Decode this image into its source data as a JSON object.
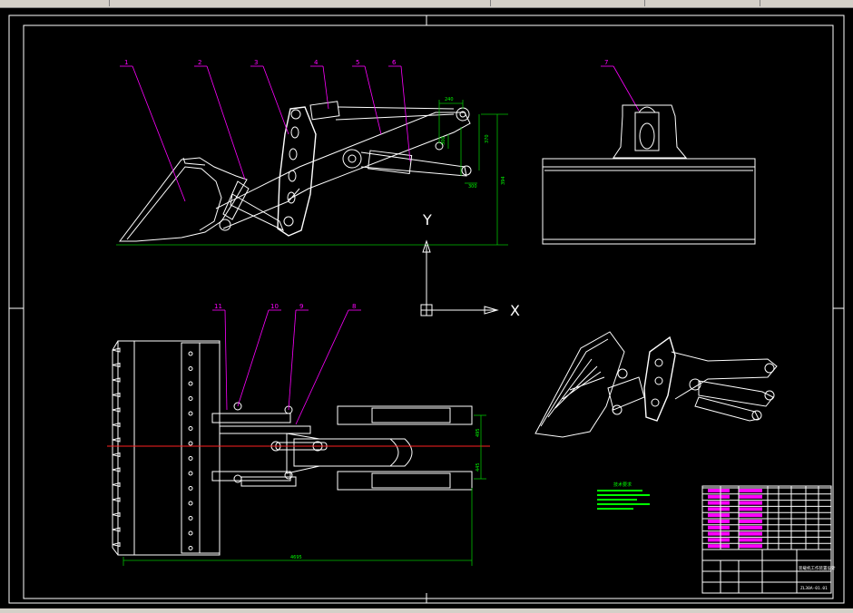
{
  "toolbar": {
    "tabs": [
      "",
      "",
      "",
      "",
      ""
    ]
  },
  "part_labels": [
    "1",
    "2",
    "3",
    "4",
    "5",
    "6",
    "7",
    "8",
    "9",
    "10",
    "11"
  ],
  "ucs": {
    "x_label": "X",
    "y_label": "Y"
  },
  "dims": {
    "side_top": "240",
    "side_right_a": "370",
    "side_right_b": "394",
    "side_right_c": "300",
    "side_small": "300",
    "plan_right_a": "495",
    "plan_right_b": "445",
    "plan_bottom": "4695"
  },
  "notes": {
    "title": "技术要求"
  },
  "title_block": {
    "name": "装载机工作装置设计",
    "code": "ZL30A-01.01"
  },
  "colors": {
    "background": "#000000",
    "outline": "#ffffff",
    "dimension": "#00c000",
    "leader": "#ff00ff",
    "centerline": "#ff2020"
  }
}
